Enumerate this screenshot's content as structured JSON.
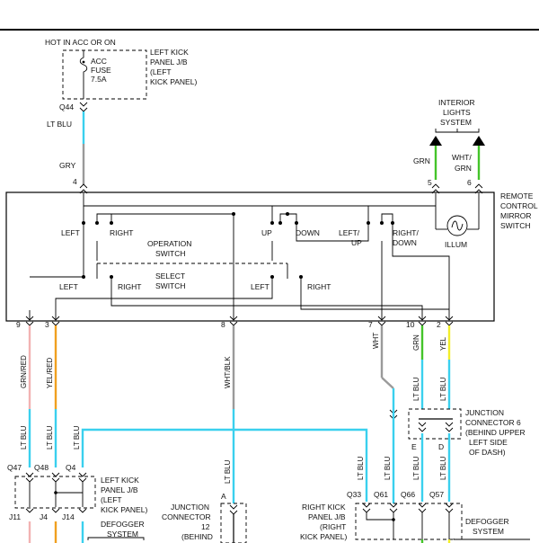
{
  "colors": {
    "lt_blu": "#3ad0ee",
    "gry": "#9a9a9a",
    "grn": "#44c42a",
    "yel": "#f2ee2a",
    "orange": "#f0a020",
    "pink": "#f2b2b2",
    "black": "#000000"
  },
  "top": {
    "hot_label": "HOT IN ACC OR ON",
    "fuse": [
      "ACC",
      "FUSE",
      "7.5A"
    ],
    "jb_label": [
      "LEFT KICK",
      "PANEL J/B",
      "(LEFT",
      "KICK PANEL)"
    ],
    "q44": "Q44",
    "lt_blu": "LT BLU",
    "gry": "GRY",
    "pin4": "4"
  },
  "interior": {
    "title": [
      "INTERIOR",
      "LIGHTS",
      "SYSTEM"
    ],
    "grn": "GRN",
    "wht_grn": [
      "WHT/",
      "GRN"
    ],
    "pin5": "5",
    "pin6": "6"
  },
  "mirror": {
    "title": [
      "REMOTE",
      "CONTROL",
      "MIRROR",
      "SWITCH"
    ],
    "illum": "ILLUM",
    "operation_switch": [
      "OPERATION",
      "SWITCH"
    ],
    "select_switch": [
      "SELECT",
      "SWITCH"
    ],
    "top_left": "LEFT",
    "top_right": "RIGHT",
    "up": "UP",
    "down": "DOWN",
    "left_up": [
      "LEFT/",
      "UP"
    ],
    "right_down": [
      "RIGHT/",
      "DOWN"
    ],
    "sel_left": "LEFT",
    "sel_right": "RIGHT",
    "sel_left2": "LEFT",
    "sel_right2": "RIGHT"
  },
  "pins_bottom": [
    "9",
    "3",
    "8",
    "7",
    "10",
    "2"
  ],
  "wires": {
    "grn_red": "GRN/RED",
    "yel_red": "YEL/RED",
    "wht_blk": "WHT/BLK",
    "wht": "WHT",
    "grn": "GRN",
    "yel": "YEL",
    "lt_blu_a": "LT BLU",
    "lt_blu_b": "LT BLU",
    "lt_blu_c": "LT BLU",
    "lt_blu_d": "LT BLU",
    "lt_blu_e": "LT BLU",
    "lt_blu_f": "LT BLU",
    "lt_blu_g": "LT BLU",
    "lt_blu_h": "LT BLU",
    "lt_blu_i": "LT BLU",
    "lt_blu_j": "LT BLU"
  },
  "junction6": {
    "label": [
      "JUNCTION",
      "CONNECTOR 6",
      "(BEHIND UPPER",
      "LEFT SIDE",
      "OF DASH)"
    ],
    "pin_e": "E",
    "pin_d": "D"
  },
  "left_jb_bottom": {
    "label": [
      "LEFT KICK",
      "PANEL J/B",
      "(LEFT",
      "KICK PANEL)"
    ],
    "q47": "Q47",
    "q48": "Q48",
    "q4": "Q4",
    "j11": "J11",
    "j4": "J4",
    "j14": "J14",
    "defogger": [
      "DEFOGGER",
      "SYSTEM"
    ]
  },
  "junction12": {
    "label": [
      "JUNCTION",
      "CONNECTOR",
      "12",
      "(BEHIND"
    ],
    "pin_a": "A"
  },
  "right_jb": {
    "label": [
      "RIGHT KICK",
      "PANEL J/B",
      "(RIGHT",
      "KICK PANEL)"
    ],
    "q33": "Q33",
    "q61": "Q61",
    "q66": "Q66",
    "q57": "Q57",
    "defogger": [
      "DEFOGGER",
      "SYSTEM"
    ]
  }
}
